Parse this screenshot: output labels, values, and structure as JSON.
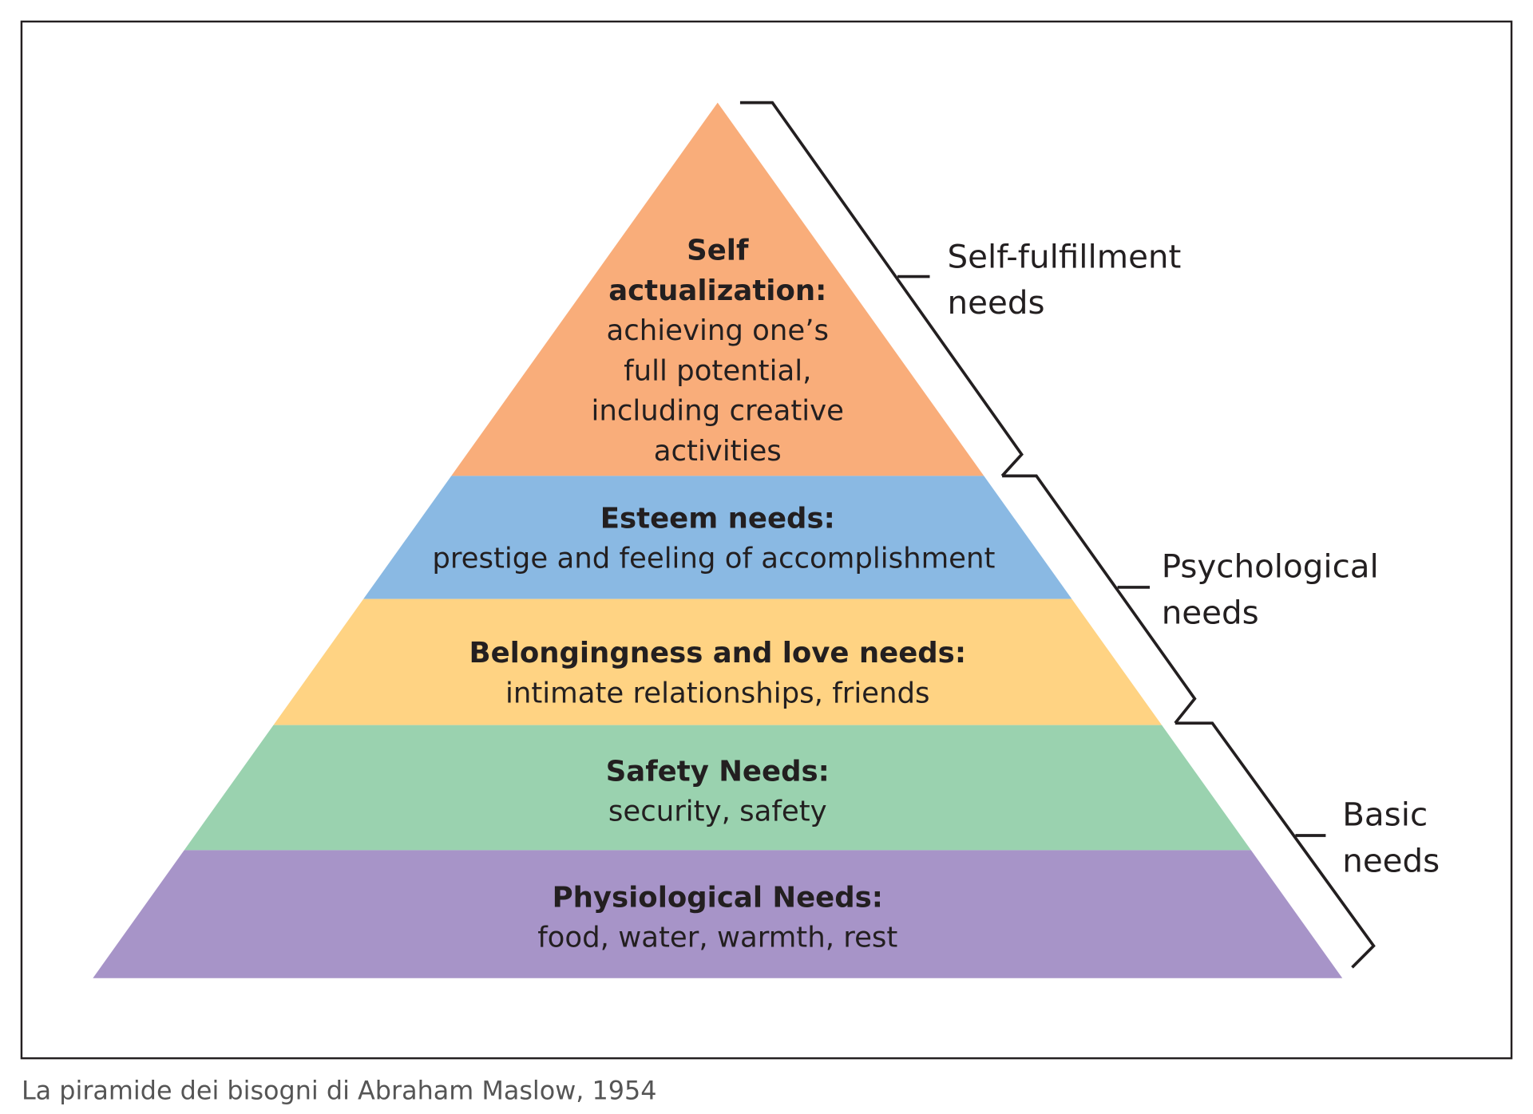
{
  "levels": [
    {
      "title": "Self",
      "title2": "actualization:",
      "lines": [
        "achieving one’s",
        "full potential,",
        "including creative",
        "activities"
      ],
      "color": "#F9AD7A"
    },
    {
      "title": "Esteem needs:",
      "lines": [
        "prestige and feeling of accomplishment"
      ],
      "color": "#8AB9E3"
    },
    {
      "title": "Belongingness and love needs:",
      "lines": [
        "intimate relationships, friends"
      ],
      "color": "#FFD383"
    },
    {
      "title": "Safety Needs:",
      "lines": [
        "security, safety"
      ],
      "color": "#9AD2AF"
    },
    {
      "title": "Physiological Needs:",
      "lines": [
        "food, water, warmth, rest"
      ],
      "color": "#A794C8"
    }
  ],
  "groups": [
    {
      "line1": "Self-fulfillment",
      "line2": "needs"
    },
    {
      "line1": "Psychological",
      "line2": "needs"
    },
    {
      "line1": "Basic",
      "line2": "needs"
    }
  ],
  "caption": "La piramide dei bisogni di Abraham Maslow, 1954"
}
